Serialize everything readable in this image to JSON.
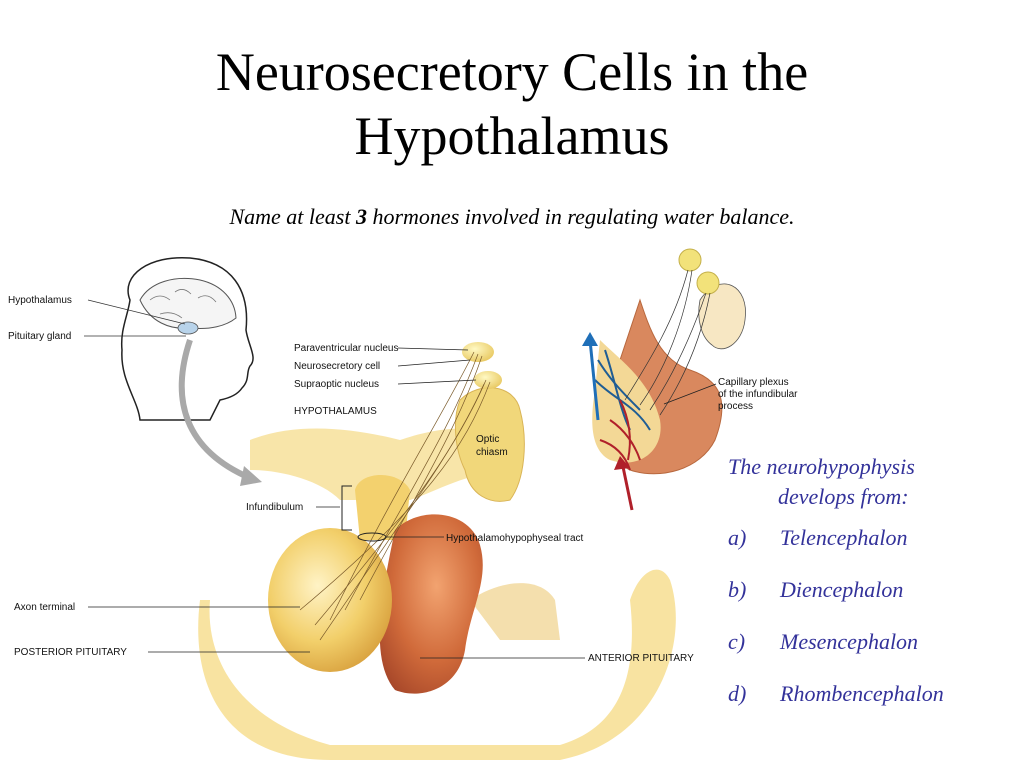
{
  "title": {
    "line1": "Neurosecretory Cells in the",
    "line2": "Hypothalamus"
  },
  "question": {
    "before": "Name at least ",
    "number": "3",
    "after": " hormones involved in regulating water balance."
  },
  "labels": {
    "hypothalamus": "Hypothalamus",
    "pituitary_gland": "Pituitary gland",
    "paraventricular_nucleus": "Paraventricular nucleus",
    "neurosecretory_cell": "Neurosecretory cell",
    "supraoptic_nucleus": "Supraoptic nucleus",
    "hypothalamus_caps": "HYPOTHALAMUS",
    "optic": "Optic",
    "chiasm": "chiasm",
    "infundibulum": "Infundibulum",
    "hypothalamohypophyseal_tract": "Hypothalamohypophyseal tract",
    "axon_terminal": "Axon terminal",
    "posterior_pituitary": "POSTERIOR PITUITARY",
    "anterior_pituitary": "ANTERIOR PITUITARY",
    "capillary_plexus_1": "Capillary plexus",
    "capillary_plexus_2": "of the infundibular",
    "capillary_plexus_3": "process"
  },
  "quiz": {
    "stem_line1": "The neurohypophysis",
    "stem_line2": "develops from:",
    "options": [
      {
        "key": "a)",
        "text": "Telencephalon"
      },
      {
        "key": "b)",
        "text": "Diencephalon"
      },
      {
        "key": "c)",
        "text": "Mesencephalon"
      },
      {
        "key": "d)",
        "text": "Rhombencephalon"
      }
    ]
  },
  "colors": {
    "quiz_text": "#33329a",
    "posterior_lobe": "#f2cf6a",
    "anterior_lobe": "#d06a3a",
    "artery": "#1f6fb8",
    "vein": "#b0202a"
  }
}
